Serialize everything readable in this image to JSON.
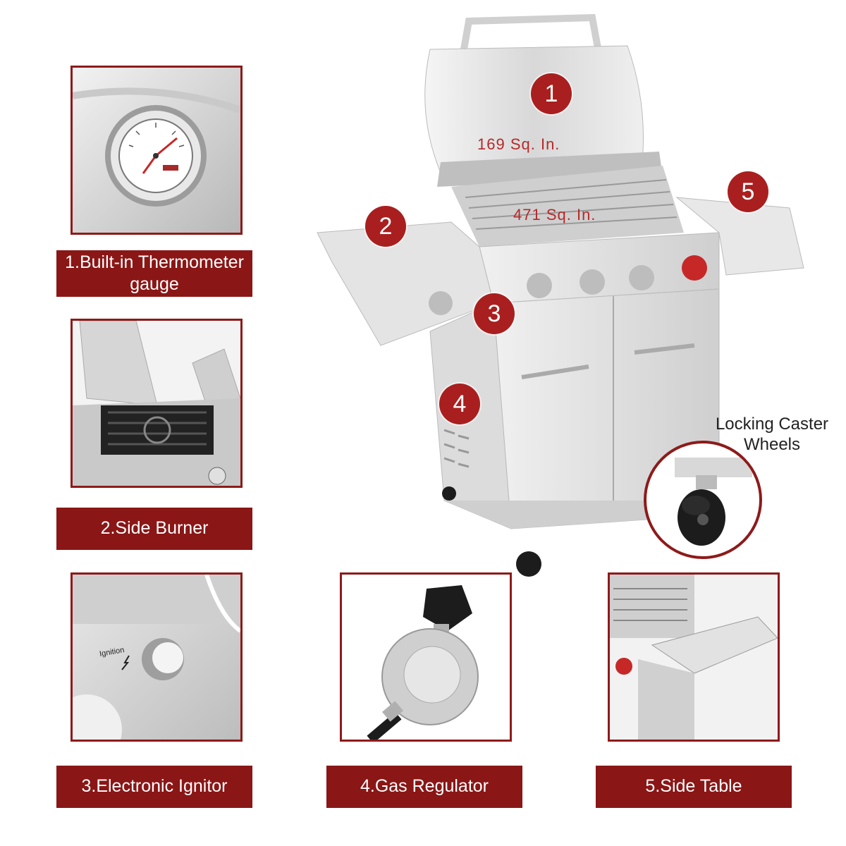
{
  "features": [
    {
      "number": "1",
      "label": "1.Built-in Thermometer gauge"
    },
    {
      "number": "2",
      "label": "2.Side Burner"
    },
    {
      "number": "3",
      "label": "3.Electronic Ignitor"
    },
    {
      "number": "4",
      "label": "4.Gas Regulator"
    },
    {
      "number": "5",
      "label": "5.Side Table"
    }
  ],
  "grill": {
    "upper_rack_area": "169 Sq. In.",
    "main_grate_area": "471 Sq. In."
  },
  "caster": {
    "title": "Locking Caster Wheels"
  },
  "ignitor_panel_text": "Ignition",
  "colors": {
    "accent": "#8a1616",
    "marker": "#a91f1f",
    "steel": "#d9d9d9"
  }
}
